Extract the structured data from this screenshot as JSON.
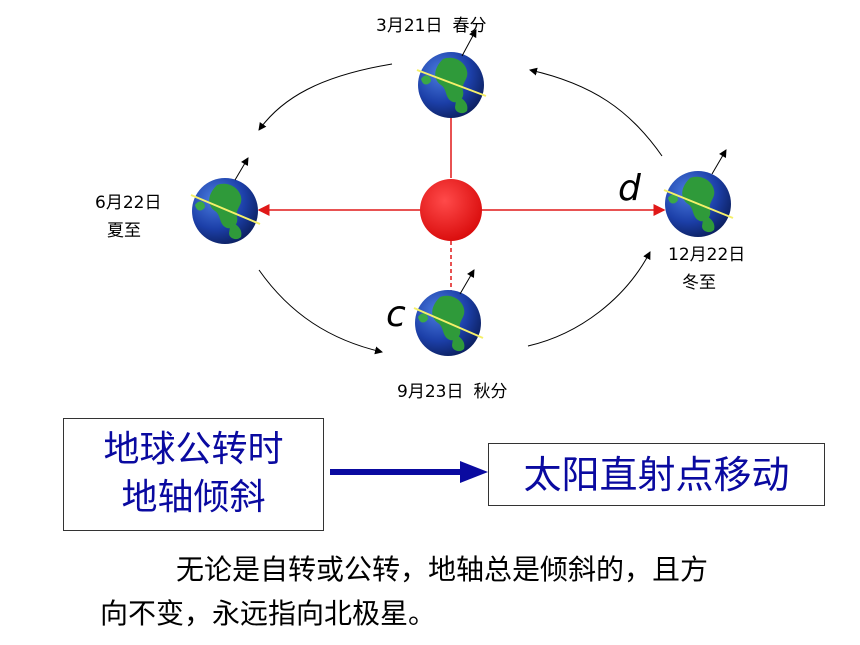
{
  "positions": [
    {
      "id": "spring",
      "date": "3月21日",
      "term": "春分"
    },
    {
      "id": "summer",
      "date": "6月22日",
      "term": "夏至"
    },
    {
      "id": "autumn",
      "date": "9月23日",
      "term": "秋分"
    },
    {
      "id": "winter",
      "date": "12月22日",
      "term": "冬至"
    }
  ],
  "point_labels": {
    "c": "c",
    "d": "d"
  },
  "cause_box": {
    "line1": "地球公转时",
    "line2": "地轴倾斜"
  },
  "effect_box": "太阳直射点移动",
  "description": {
    "line1": "无论是自转或公转，地轴总是倾斜的，且方",
    "line2": "向不变，永远指向北极星。"
  },
  "colors": {
    "sun": "#ee1111",
    "ray": "#e01818",
    "earth_ocean": "#1c3fa8",
    "earth_land": "#2f9a3a",
    "terminator": "#f5f06a",
    "box_text": "#0a0aa0",
    "arrow": "#0a0aa0"
  },
  "icons": {
    "sun": "sun-icon",
    "earth": "earth-globe-icon",
    "arrow": "arrow-right-icon"
  }
}
